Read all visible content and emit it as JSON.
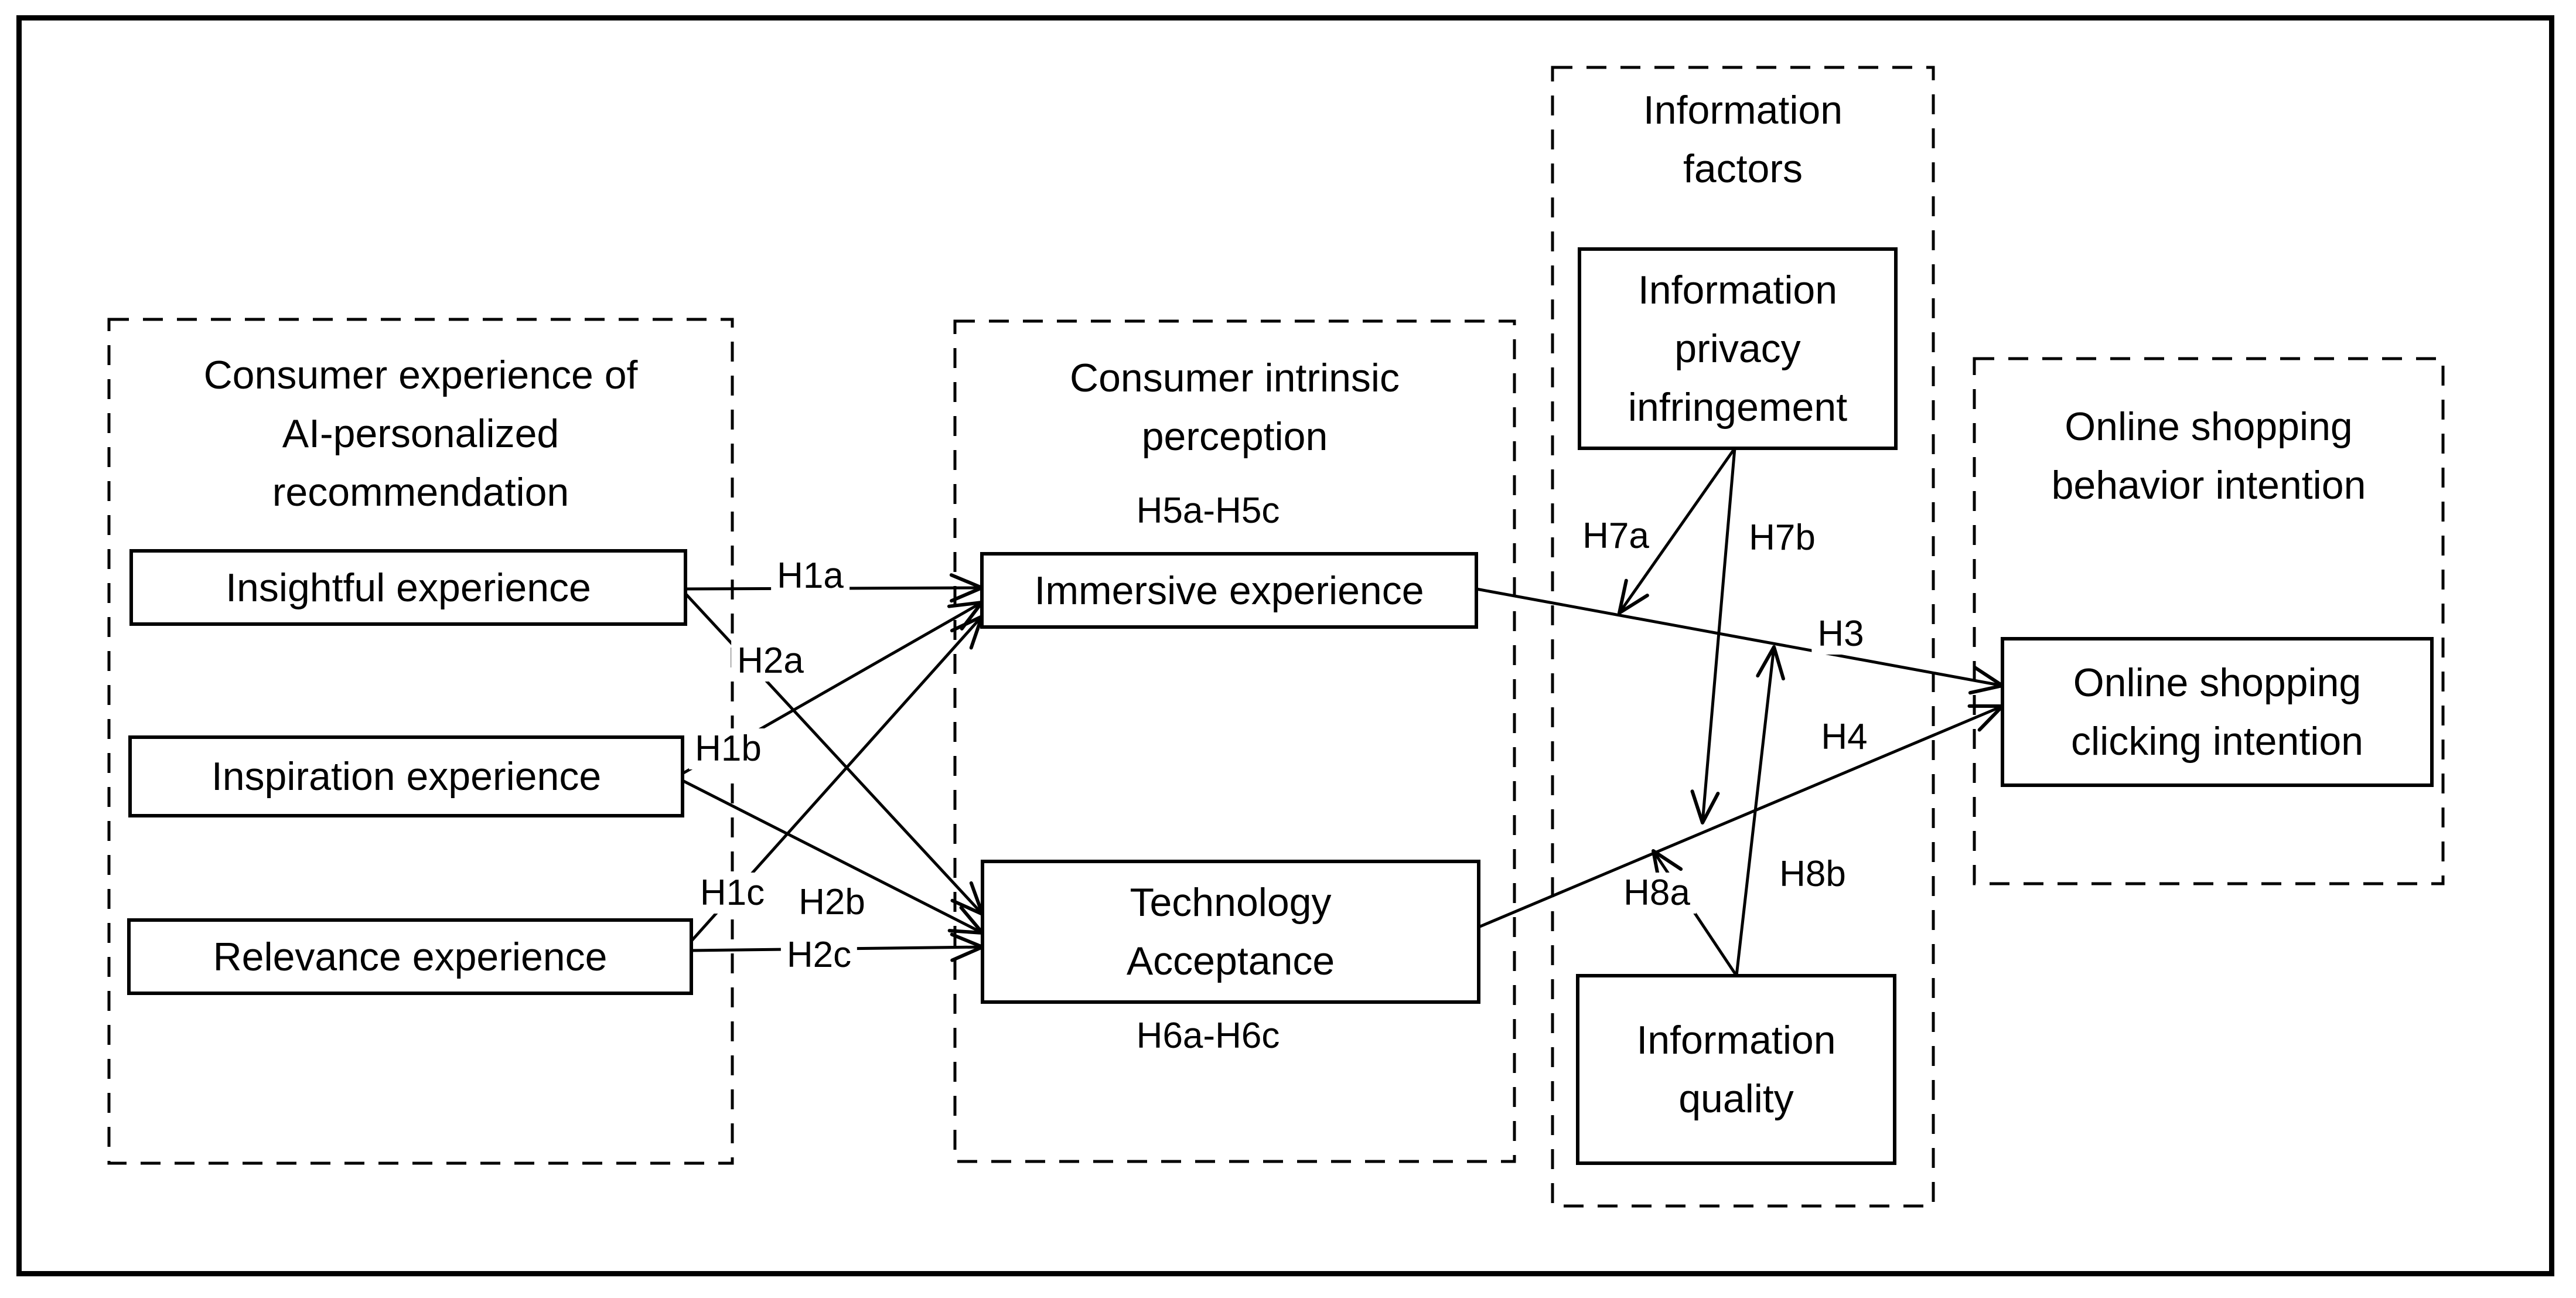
{
  "diagram": {
    "containers": {
      "consumer_experience": {
        "title_lines": [
          "Consumer experience of",
          "AI-personalized",
          "recommendation"
        ]
      },
      "intrinsic_perception": {
        "title_lines": [
          "Consumer intrinsic",
          "perception"
        ]
      },
      "information_factors": {
        "title_lines": [
          "Information",
          "factors"
        ]
      },
      "behavior_intention": {
        "title_lines": [
          "Online shopping",
          "behavior intention"
        ]
      }
    },
    "nodes": {
      "insightful": {
        "line1": "Insightful experience"
      },
      "inspiration": {
        "line1": "Inspiration experience"
      },
      "relevance": {
        "line1": "Relevance experience"
      },
      "immersive": {
        "line1": "Immersive experience"
      },
      "technology": {
        "line1": "Technology",
        "line2": "Acceptance"
      },
      "privacy": {
        "line1": "Information",
        "line2": "privacy",
        "line3": "infringement"
      },
      "quality": {
        "line1": "Information",
        "line2": "quality"
      },
      "clicking": {
        "line1": "Online shopping",
        "line2": "clicking intention"
      }
    },
    "hypothesis_labels": {
      "h1a": "H1a",
      "h1b": "H1b",
      "h1c": "H1c",
      "h2a": "H2a",
      "h2b": "H2b",
      "h2c": "H2c",
      "h3": "H3",
      "h4": "H4",
      "h5": "H5a-H5c",
      "h6": "H6a-H6c",
      "h7a": "H7a",
      "h7b": "H7b",
      "h8a": "H8a",
      "h8b": "H8b"
    },
    "colors": {
      "line": "#000000",
      "background": "#ffffff"
    }
  }
}
